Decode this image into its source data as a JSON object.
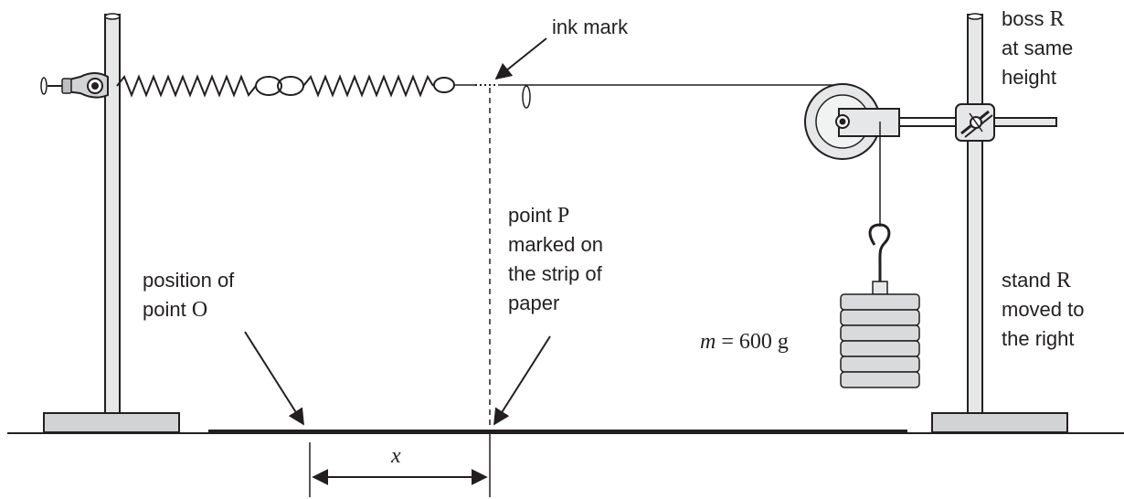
{
  "labels": {
    "ink_mark": "ink mark",
    "boss_line1": "boss ",
    "boss_r": "R",
    "boss_line2": "at same",
    "boss_line3": "height",
    "pointP_line1": "point ",
    "pointP_p": "P",
    "pointP_line2": "marked on",
    "pointP_line3": "the strip of",
    "pointP_line4": "paper",
    "posO_line1": "position of",
    "posO_line2": "point ",
    "posO_o": "O",
    "mass_m": "m",
    "mass_value": " = 600 g",
    "standR_line1": "stand ",
    "standR_r": "R",
    "standR_line2": "moved to",
    "standR_line3": "the right",
    "dim_x": "x"
  },
  "colors": {
    "ink": "#231f20",
    "base_fill": "#d1d3d4",
    "rod_fill": "#e6e7e8",
    "mass_fill": "#d9dadb"
  }
}
